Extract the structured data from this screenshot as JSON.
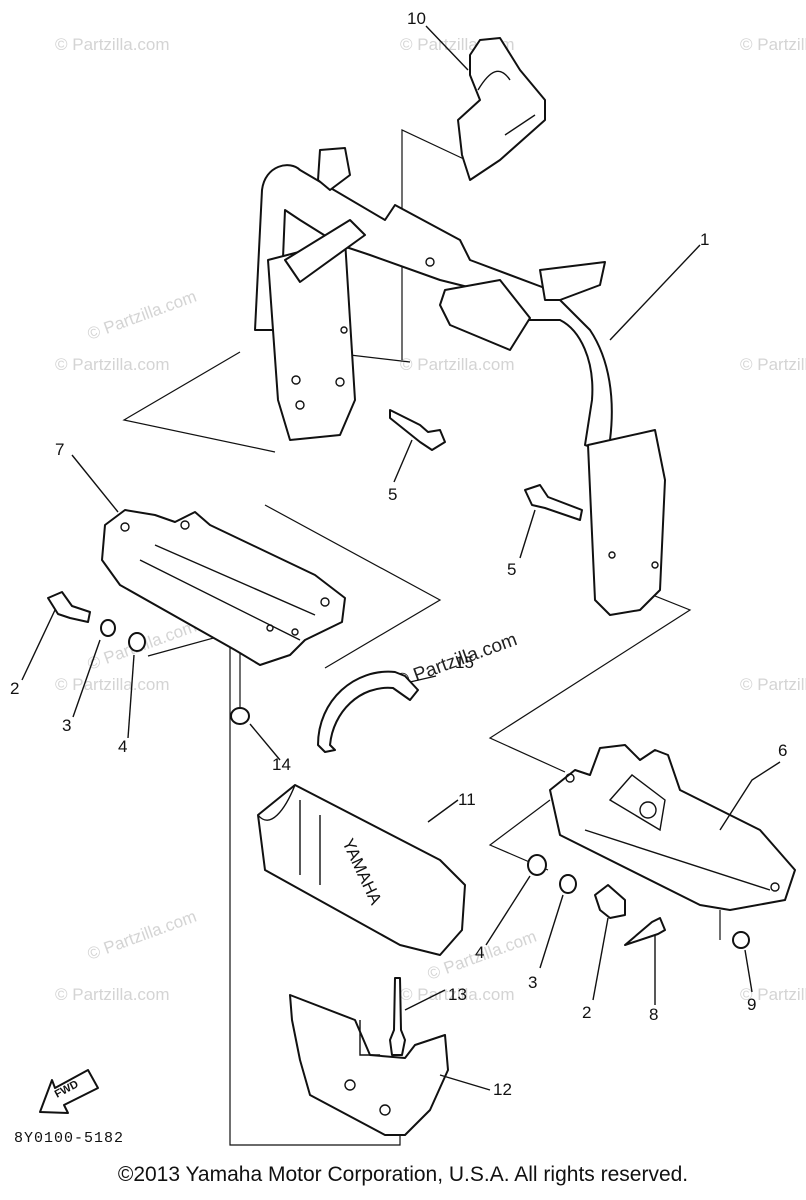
{
  "diagram": {
    "callouts": {
      "p1": "1",
      "p2a": "2",
      "p2b": "2",
      "p3a": "3",
      "p3b": "3",
      "p4a": "4",
      "p4b": "4",
      "p5a": "5",
      "p5b": "5",
      "p6": "6",
      "p7": "7",
      "p8": "8",
      "p9": "9",
      "p10": "10",
      "p11": "11",
      "p12": "12",
      "p13": "13",
      "p14": "14",
      "p15": "15"
    },
    "battery_brand": "YAMAHA",
    "fwd_label": "FWD",
    "watermarks": {
      "w1": "© Partzilla.com",
      "w2": "© Partzilla.com",
      "w3": "© Partzilla.com",
      "w4": "© Partzilla.com",
      "w5": "© Partzilla.com",
      "w6": "© Partzilla.com",
      "w7": "© Partzilla.com",
      "w8": "© Partzilla.com",
      "w9": "© Partzilla.com",
      "w10": "© Partzilla.com",
      "w11": "© Partzilla.com",
      "w12": "© Partzilla.com",
      "w13": "© Partzilla.com",
      "w14": "© Partzilla.com",
      "w15": "© Partzilla.com",
      "strong": "© Partzilla.com"
    }
  },
  "footer": {
    "diagram_code": "8Y0100-5182",
    "copyright": "©2013  Yamaha Motor Corporation, U.S.A. All rights reserved."
  }
}
